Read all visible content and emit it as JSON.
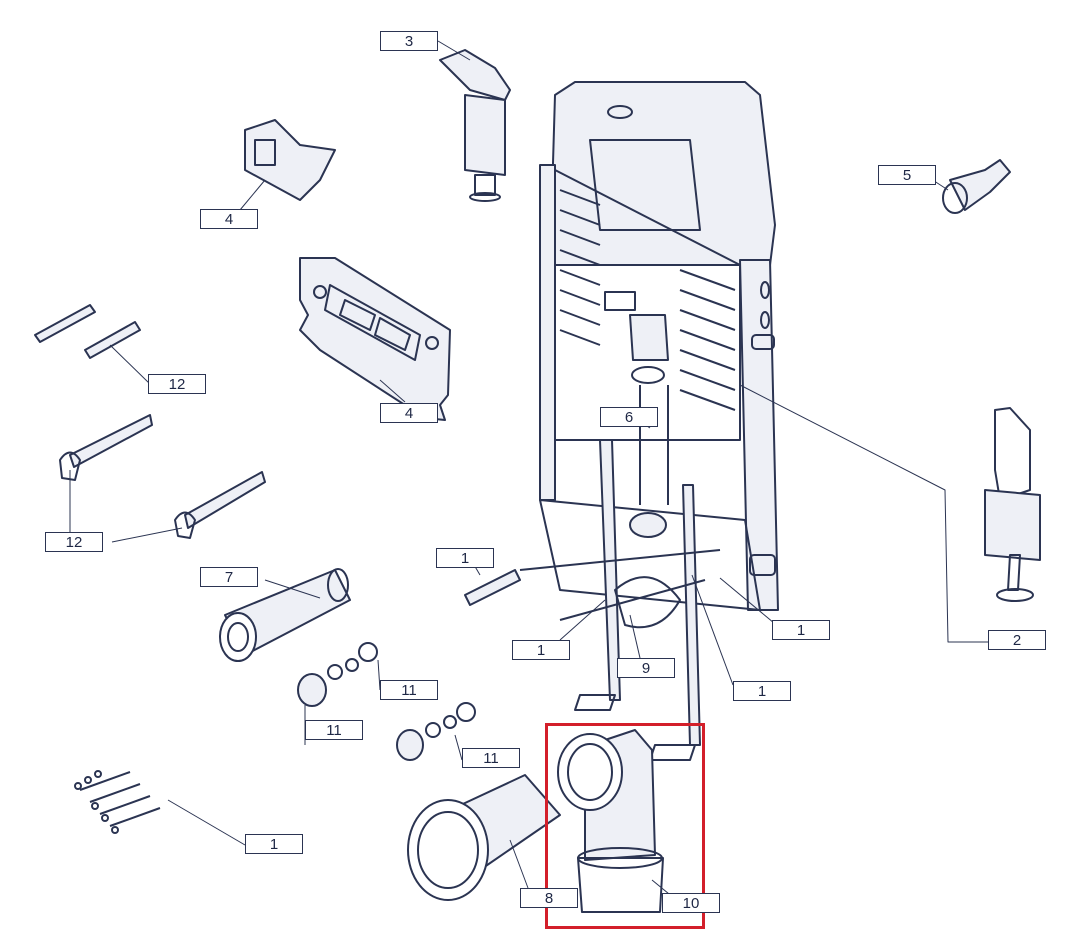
{
  "diagram": {
    "labels": [
      {
        "id": "l3a",
        "text": "3"
      },
      {
        "id": "l4a",
        "text": "4"
      },
      {
        "id": "l5",
        "text": "5"
      },
      {
        "id": "l4b",
        "text": "4"
      },
      {
        "id": "l12a",
        "text": "12"
      },
      {
        "id": "l12b",
        "text": "12"
      },
      {
        "id": "l6",
        "text": "6"
      },
      {
        "id": "l7",
        "text": "7"
      },
      {
        "id": "l1a",
        "text": "1"
      },
      {
        "id": "l1b",
        "text": "1"
      },
      {
        "id": "l1c",
        "text": "1"
      },
      {
        "id": "l2",
        "text": "2"
      },
      {
        "id": "l9",
        "text": "9"
      },
      {
        "id": "l1d",
        "text": "1"
      },
      {
        "id": "l11a",
        "text": "11"
      },
      {
        "id": "l11b",
        "text": "11"
      },
      {
        "id": "l11c",
        "text": "11"
      },
      {
        "id": "l1e",
        "text": "1"
      },
      {
        "id": "l8",
        "text": "8"
      },
      {
        "id": "l10",
        "text": "10"
      }
    ],
    "colors": {
      "line": "#2b3452",
      "fill": "#eef0f6",
      "highlight": "#d31f2a"
    }
  }
}
